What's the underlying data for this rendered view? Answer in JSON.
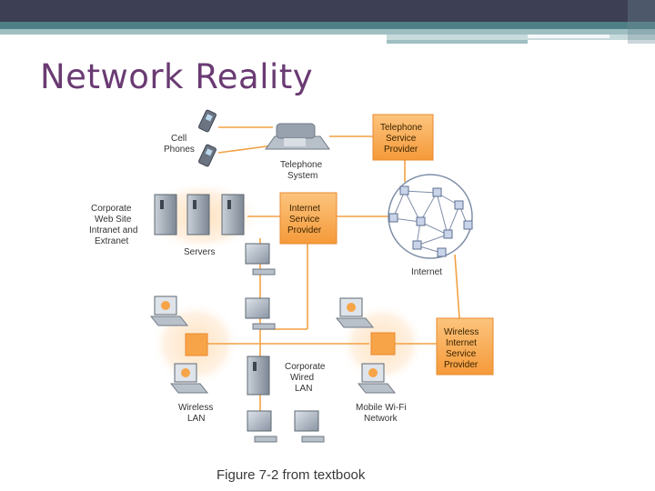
{
  "slide": {
    "title": "Network Reality",
    "caption": "Figure 7-2 from textbook"
  },
  "colors": {
    "title": "#6a3b73",
    "accent_orange": "#f7a448",
    "link_line": "#f2a142",
    "header_bar": "#3d3f55"
  },
  "diagram": {
    "cell_phones": [
      "Cell",
      "Phones"
    ],
    "telephone_system": [
      "Telephone",
      "System"
    ],
    "telephone_provider": [
      "Telephone",
      "Service",
      "Provider"
    ],
    "corporate_web_site": [
      "Corporate",
      "Web Site",
      "Intranet and",
      "Extranet"
    ],
    "servers": "Servers",
    "isp": [
      "Internet",
      "Service",
      "Provider"
    ],
    "internet": "Internet",
    "wireless_isp": [
      "Wireless",
      "Internet",
      "Service",
      "Provider"
    ],
    "corporate_lan": [
      "Corporate",
      "Wired",
      "LAN"
    ],
    "wireless_lan": [
      "Wireless",
      "LAN"
    ],
    "mobile_wifi": [
      "Mobile Wi-Fi",
      "Network"
    ]
  }
}
